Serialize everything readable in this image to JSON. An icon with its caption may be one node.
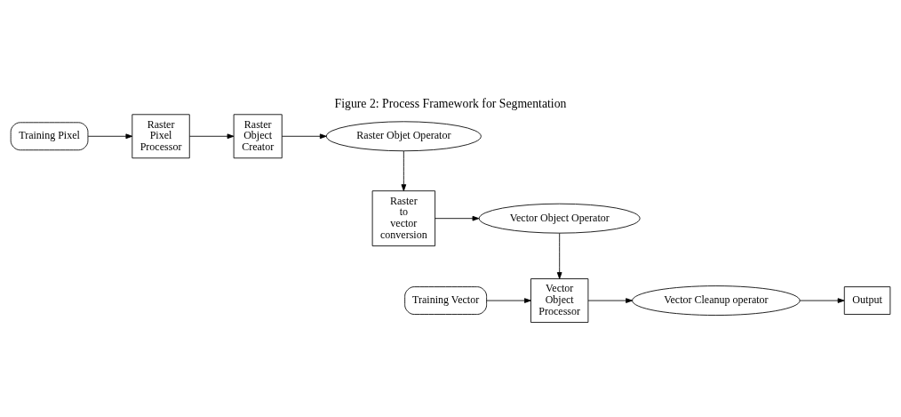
{
  "diagram": {
    "title": "Figure 2: Process Framework for Segmentation",
    "nodes": [
      {
        "text": [
          "Training Pixel"
        ]
      },
      {
        "text": [
          "Raster Pixel Processor"
        ]
      },
      {
        "text": [
          "Raster Object Creator"
        ]
      },
      {
        "text": [
          "Raster Objet Operator"
        ]
      },
      {
        "text": [
          "Raster to vector conversion"
        ]
      },
      {
        "text": [
          "Vector Object Operator"
        ]
      },
      {
        "text": [
          "Training Vector"
        ]
      },
      {
        "text": [
          "Vector Object Processor"
        ]
      },
      {
        "text": [
          "Vector Cleanup operator"
        ]
      },
      {
        "text": [
          "Output"
        ]
      }
    ],
    "edges": [
      {
        "from": 0,
        "to": 1,
        "arrow": "to"
      },
      {
        "from": 1,
        "to": 2,
        "arrow": "to"
      },
      {
        "from": 2,
        "to": 3,
        "arrow": "to"
      },
      {
        "from": 3,
        "to": 4,
        "arrow": "to"
      },
      {
        "from": 4,
        "to": 5,
        "arrow": "to"
      },
      {
        "from": 5,
        "to": 7,
        "arrow": "to"
      },
      {
        "from": 6,
        "to": 7,
        "arrow": "to"
      },
      {
        "from": 7,
        "to": 8,
        "arrow": "to"
      },
      {
        "from": 8,
        "to": 9,
        "arrow": "to"
      }
    ]
  }
}
